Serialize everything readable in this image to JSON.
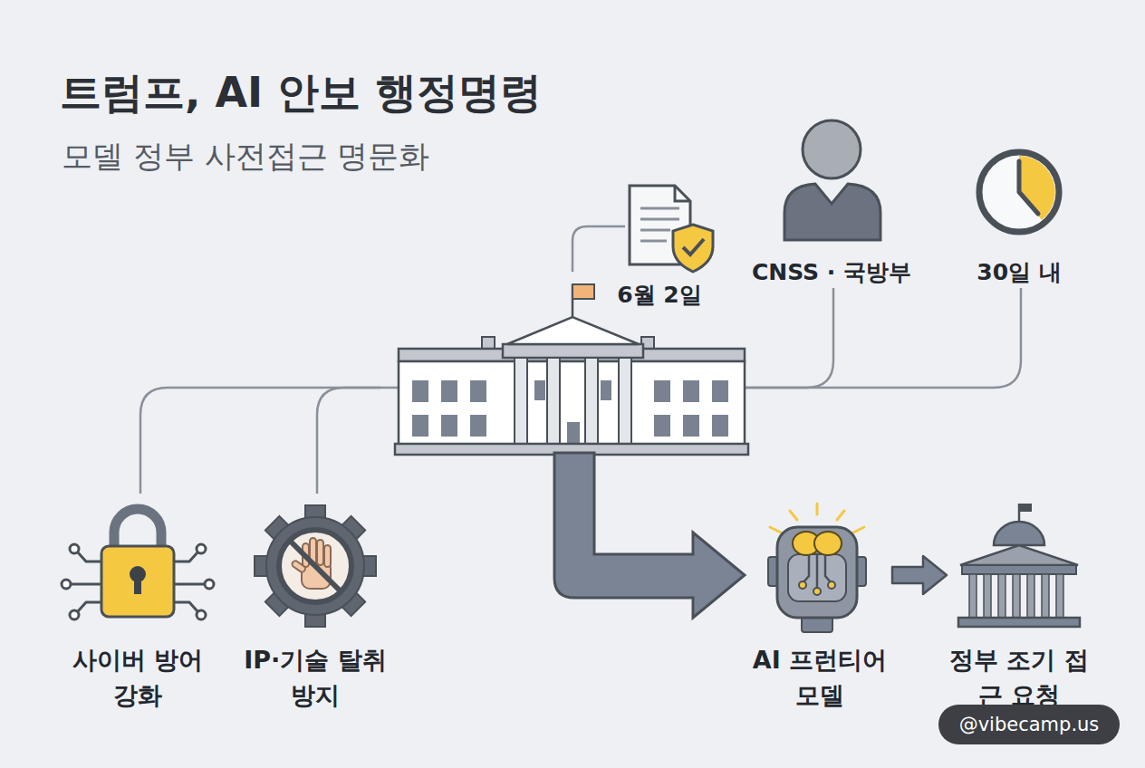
{
  "diagram": {
    "title": "트럼프, AI 안보 행정명령",
    "caption": "모델 정부 사전접근 명문화",
    "nodes": [
      {
        "text": [
          "6월 2일"
        ]
      },
      {
        "text": [
          "CNSS · 국방부"
        ]
      },
      {
        "text": [
          "30일 내"
        ]
      },
      {
        "text": [
          "사이버 방어 강화"
        ]
      },
      {
        "text": [
          "IP·기술 탈취 방지"
        ]
      },
      {
        "text": [
          "AI 프런티어 모델"
        ]
      },
      {
        "text": [
          "정부 조기 접근 요청"
        ]
      }
    ],
    "edges": [
      {
        "from": 5,
        "to": 6,
        "arrow": "to"
      }
    ],
    "labels": [
      "@vibecamp.us"
    ]
  }
}
